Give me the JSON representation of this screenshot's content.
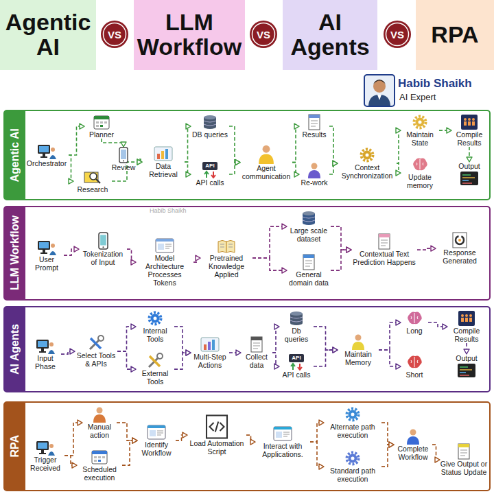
{
  "diagram": {
    "nodes": [
      {
        "text": [
          "Agentic AI"
        ]
      },
      {
        "text": [
          "VS"
        ]
      },
      {
        "text": [
          "LLM Workflow"
        ]
      },
      {
        "text": [
          "VS"
        ]
      },
      {
        "text": [
          "AI Agents"
        ]
      },
      {
        "text": [
          "VS"
        ]
      },
      {
        "text": [
          "RPA"
        ]
      },
      {
        "text": [
          "Agentic AI"
        ]
      },
      {
        "text": [
          "Orchestrator"
        ],
        "in": 7
      },
      {
        "text": [
          "Planner"
        ],
        "in": 7
      },
      {
        "text": [
          "Review"
        ],
        "in": 7
      },
      {
        "text": [
          "Research"
        ],
        "in": 7
      },
      {
        "text": [
          "Data Retrieval"
        ],
        "in": 7
      },
      {
        "text": [
          "DB queries"
        ],
        "in": 7
      },
      {
        "text": [
          "API calls"
        ],
        "in": 7
      },
      {
        "text": [
          "Agent communication"
        ],
        "in": 7
      },
      {
        "text": [
          "Results"
        ],
        "in": 7
      },
      {
        "text": [
          "Re-work"
        ],
        "in": 7
      },
      {
        "text": [
          "Context Synchronization"
        ],
        "in": 7
      },
      {
        "text": [
          "Maintain State"
        ],
        "in": 7
      },
      {
        "text": [
          "Update memory"
        ],
        "in": 7
      },
      {
        "text": [
          "Compile Results"
        ],
        "in": 7
      },
      {
        "text": [
          "Output"
        ],
        "in": 7
      },
      {
        "text": [
          "LLM Workflow"
        ]
      },
      {
        "text": [
          "User Prompt"
        ],
        "in": 23
      },
      {
        "text": [
          "Tokenization of Input"
        ],
        "in": 23
      },
      {
        "text": [
          "Model Architecture Processes Tokens"
        ],
        "in": 23
      },
      {
        "text": [
          "Pretrained Knowledge Applied"
        ],
        "in": 23
      },
      {
        "text": [
          "Large scale dataset"
        ],
        "in": 23
      },
      {
        "text": [
          "General domain data"
        ],
        "in": 23
      },
      {
        "text": [
          "Contextual Text Prediction Happens"
        ],
        "in": 23
      },
      {
        "text": [
          "Response Generated"
        ],
        "in": 23
      },
      {
        "text": [
          "AI Agents"
        ]
      },
      {
        "text": [
          "Input Phase"
        ],
        "in": 32
      },
      {
        "text": [
          "Select Tools & APIs"
        ],
        "in": 32
      },
      {
        "text": [
          "Internal Tools"
        ],
        "in": 32
      },
      {
        "text": [
          "External Tools"
        ],
        "in": 32
      },
      {
        "text": [
          "Multi-Step Actions"
        ],
        "in": 32
      },
      {
        "text": [
          "Collect data"
        ],
        "in": 32
      },
      {
        "text": [
          "Db queries"
        ],
        "in": 32
      },
      {
        "text": [
          "API calls"
        ],
        "in": 32
      },
      {
        "text": [
          "Maintain Memory"
        ],
        "in": 32
      },
      {
        "text": [
          "Long"
        ],
        "in": 32
      },
      {
        "text": [
          "Short"
        ],
        "in": 32
      },
      {
        "text": [
          "Compile Results"
        ],
        "in": 32
      },
      {
        "text": [
          "Output"
        ],
        "in": 32
      },
      {
        "text": [
          "RPA"
        ]
      },
      {
        "text": [
          "Trigger Received"
        ],
        "in": 46
      },
      {
        "text": [
          "Manual action"
        ],
        "in": 46
      },
      {
        "text": [
          "Scheduled execution"
        ],
        "in": 46
      },
      {
        "text": [
          "Identify Workflow"
        ],
        "in": 46
      },
      {
        "text": [
          "Load Automation Script"
        ],
        "in": 46
      },
      {
        "text": [
          "Interact with Applications."
        ],
        "in": 46
      },
      {
        "text": [
          "Alternate path execution"
        ],
        "in": 46
      },
      {
        "text": [
          "Standard path execution"
        ],
        "in": 46
      },
      {
        "text": [
          "Complete Workflow"
        ],
        "in": 46
      },
      {
        "text": [
          "Give Output or Status Update"
        ],
        "in": 46
      }
    ],
    "edges": [
      {
        "from": 8,
        "to": 9,
        "arrow": "to"
      },
      {
        "from": 8,
        "to": 11,
        "arrow": "to"
      },
      {
        "from": 9,
        "to": 10,
        "arrow": "to"
      },
      {
        "from": 10,
        "to": 12,
        "arrow": "to"
      },
      {
        "from": 11,
        "to": 12,
        "arrow": "to"
      },
      {
        "from": 12,
        "to": 13,
        "arrow": "to"
      },
      {
        "from": 12,
        "to": 14,
        "arrow": "to"
      },
      {
        "from": 13,
        "to": 15,
        "arrow": "to"
      },
      {
        "from": 14,
        "to": 15,
        "arrow": "to"
      },
      {
        "from": 15,
        "to": 16,
        "arrow": "to"
      },
      {
        "from": 15,
        "to": 17,
        "arrow": "to"
      },
      {
        "from": 16,
        "to": 18,
        "arrow": "to"
      },
      {
        "from": 17,
        "to": 18,
        "arrow": "to"
      },
      {
        "from": 18,
        "to": 19,
        "arrow": "to"
      },
      {
        "from": 18,
        "to": 20,
        "arrow": "to"
      },
      {
        "from": 19,
        "to": 21,
        "arrow": "to"
      },
      {
        "from": 21,
        "to": 22,
        "arrow": "to"
      },
      {
        "from": 24,
        "to": 25,
        "arrow": "to"
      },
      {
        "from": 25,
        "to": 26,
        "arrow": "to"
      },
      {
        "from": 26,
        "to": 27,
        "arrow": "to"
      },
      {
        "from": 27,
        "to": 28,
        "arrow": "to"
      },
      {
        "from": 27,
        "to": 29,
        "arrow": "to"
      },
      {
        "from": 28,
        "to": 30,
        "arrow": "to"
      },
      {
        "from": 29,
        "to": 30,
        "arrow": "to"
      },
      {
        "from": 30,
        "to": 31,
        "arrow": "to"
      },
      {
        "from": 33,
        "to": 34,
        "arrow": "to"
      },
      {
        "from": 34,
        "to": 35,
        "arrow": "to"
      },
      {
        "from": 34,
        "to": 36,
        "arrow": "to"
      },
      {
        "from": 35,
        "to": 37,
        "arrow": "to"
      },
      {
        "from": 36,
        "to": 37,
        "arrow": "to"
      },
      {
        "from": 37,
        "to": 38,
        "arrow": "to"
      },
      {
        "from": 38,
        "to": 39,
        "arrow": "to"
      },
      {
        "from": 38,
        "to": 40,
        "arrow": "to"
      },
      {
        "from": 39,
        "to": 41,
        "arrow": "to"
      },
      {
        "from": 40,
        "to": 41,
        "arrow": "to"
      },
      {
        "from": 41,
        "to": 42,
        "arrow": "to"
      },
      {
        "from": 41,
        "to": 43,
        "arrow": "to"
      },
      {
        "from": 42,
        "to": 44,
        "arrow": "to"
      },
      {
        "from": 44,
        "to": 45,
        "arrow": "to"
      },
      {
        "from": 47,
        "to": 48,
        "arrow": "to"
      },
      {
        "from": 47,
        "to": 49,
        "arrow": "to"
      },
      {
        "from": 48,
        "to": 50,
        "arrow": "to"
      },
      {
        "from": 49,
        "to": 50,
        "arrow": "to"
      },
      {
        "from": 50,
        "to": 51,
        "arrow": "to"
      },
      {
        "from": 51,
        "to": 52,
        "arrow": "to"
      },
      {
        "from": 52,
        "to": 53,
        "arrow": "to"
      },
      {
        "from": 52,
        "to": 54,
        "arrow": "to"
      },
      {
        "from": 53,
        "to": 55,
        "arrow": "to"
      },
      {
        "from": 54,
        "to": 55,
        "arrow": "to"
      },
      {
        "from": 55,
        "to": 56,
        "arrow": "to"
      }
    ],
    "labels": [
      "Habib Shaikh",
      "AI Expert",
      "Habib Shaikh",
      "API",
      "API"
    ]
  }
}
